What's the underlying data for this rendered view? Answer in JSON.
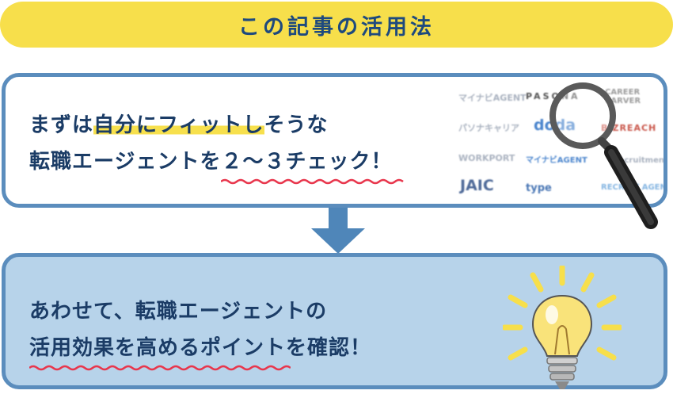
{
  "header": {
    "title": "この記事の活用法"
  },
  "step1": {
    "line1_pre": "まずは",
    "line1_hl": "自分にフィットし",
    "line1_post": "そうな",
    "line2_pre": "転職エージェントを",
    "line2_wavy": "２～３チェック！"
  },
  "step2": {
    "line1": "あわせて、転職エージェントの",
    "line2_wavy": "活用効果を高めるポイント",
    "line2_post": "を確認！"
  },
  "logos": [
    {
      "name": "マイナビAGENT-logo",
      "text": "マイナビAGENT",
      "color": "#9aa4b4"
    },
    {
      "name": "pasona-logo",
      "text": "PASONA",
      "color": "#333333"
    },
    {
      "name": "career-carver-logo",
      "text": "CAREER CARVER",
      "color": "#8a8a8a"
    },
    {
      "name": "パソナキャリア-logo",
      "text": "パソナキャリア",
      "color": "#9aa4b4"
    },
    {
      "name": "doda-logo",
      "text": "doda",
      "color": "#2a6fc4"
    },
    {
      "name": "bizreach-logo",
      "text": "BIZREACH",
      "color": "#c0392b"
    },
    {
      "name": "workport-logo",
      "text": "WORKPORT",
      "color": "#9aa4b4"
    },
    {
      "name": "マイナビAGENT-2-logo",
      "text": "マイナビAGENT",
      "color": "#2a6fc4"
    },
    {
      "name": "recruitment-logo",
      "text": "Recruitment",
      "color": "#9aa4b4"
    },
    {
      "name": "jaic-logo",
      "text": "JAIC",
      "color": "#2f4f86"
    },
    {
      "name": "type-logo",
      "text": "type",
      "color": "#2a5fa8"
    },
    {
      "name": "recruit-agent-logo",
      "text": "RECRUIT AGENT",
      "color": "#6fa8dc"
    }
  ],
  "colors": {
    "accent": "#f7df4b",
    "navy": "#1b3c66",
    "frame": "#5b8dbd",
    "wave": "#e8364c",
    "panel": "#b7d3ea"
  }
}
